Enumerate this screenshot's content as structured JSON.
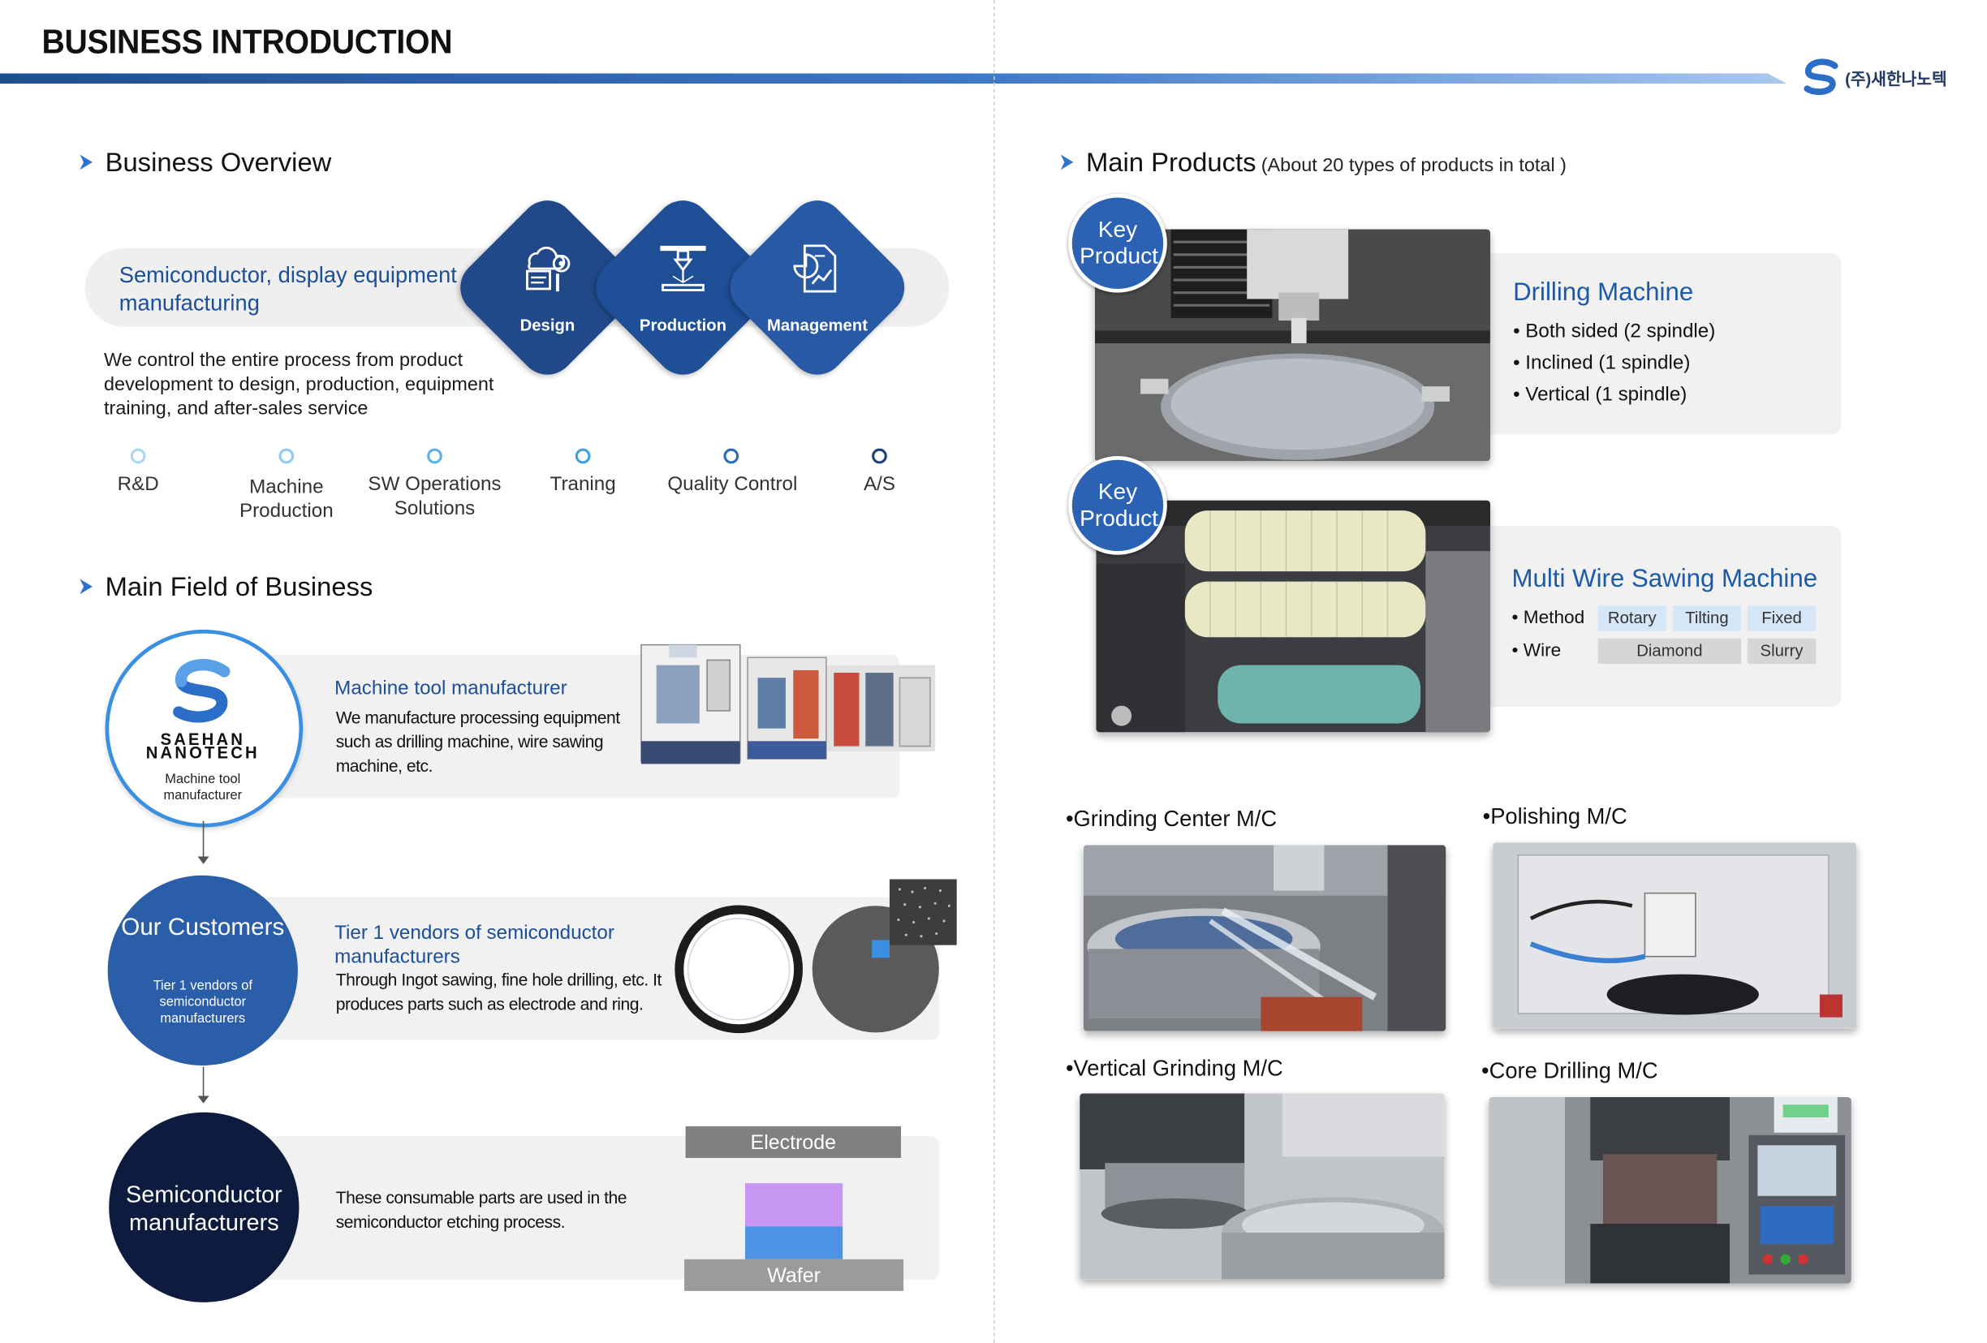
{
  "page": {
    "title": "BUSINESS INTRODUCTION",
    "brand": {
      "name": "(주)새한나노텍",
      "logo_icon": "saehan-swirl-logo-icon"
    },
    "colors": {
      "navy": "#1f4e8f",
      "accent_blue": "#2b62b4",
      "dark_navy": "#0d1b3e",
      "card_gray": "#f1f1f1"
    }
  },
  "overview": {
    "heading": "Business Overview",
    "pill_text": "Semiconductor, display equipment manufacturing",
    "diamonds": [
      {
        "label": "Design",
        "icon": "design-gear-icon"
      },
      {
        "label": "Production",
        "icon": "laser-production-icon"
      },
      {
        "label": "Management",
        "icon": "report-chart-icon"
      }
    ],
    "description": "We control the entire process from product development to design, production, equipment training, and after-sales service",
    "timeline": [
      "R&D",
      "Machine Production",
      "SW Operations Solutions",
      "Traning",
      "Quality Control",
      "A/S"
    ]
  },
  "fields": {
    "heading": "Main Field of Business",
    "rows": [
      {
        "circle_brand": "SAEHAN NANOTECH",
        "circle_caption": "Machine tool manufacturer",
        "title": "Machine tool manufacturer",
        "body": "We manufacture processing equipment such as drilling machine, wire sawing machine, etc."
      },
      {
        "circle_title": "Our Customers",
        "circle_caption": "Tier 1 vendors of semiconductor manufacturers",
        "title": "Tier 1 vendors of semiconductor manufacturers",
        "body": "Through Ingot sawing, fine hole drilling, etc. It produces parts such as electrode and ring."
      },
      {
        "circle_title": "Semiconductor manufacturers",
        "body": "These consumable parts are used in the semiconductor etching process.",
        "diagram": {
          "top_label": "Electrode",
          "bottom_label": "Wafer"
        }
      }
    ]
  },
  "products": {
    "heading": "Main Products",
    "subheading": "(About 20 types of products in total )",
    "key_badge": "Key Product",
    "drilling": {
      "title": "Drilling Machine",
      "bullets": [
        "Both sided (2 spindle)",
        "Inclined (1 spindle)",
        "Vertical (1 spindle)"
      ]
    },
    "wire_saw": {
      "title": "Multi Wire Sawing Machine",
      "method_label": "Method",
      "method_tags": [
        "Rotary",
        "Tilting",
        "Fixed"
      ],
      "wire_label": "Wire",
      "wire_tags": [
        "Diamond",
        "Slurry"
      ]
    },
    "machines": [
      "Grinding Center M/C",
      "Polishing M/C",
      "Vertical Grinding M/C",
      "Core Drilling M/C"
    ]
  }
}
